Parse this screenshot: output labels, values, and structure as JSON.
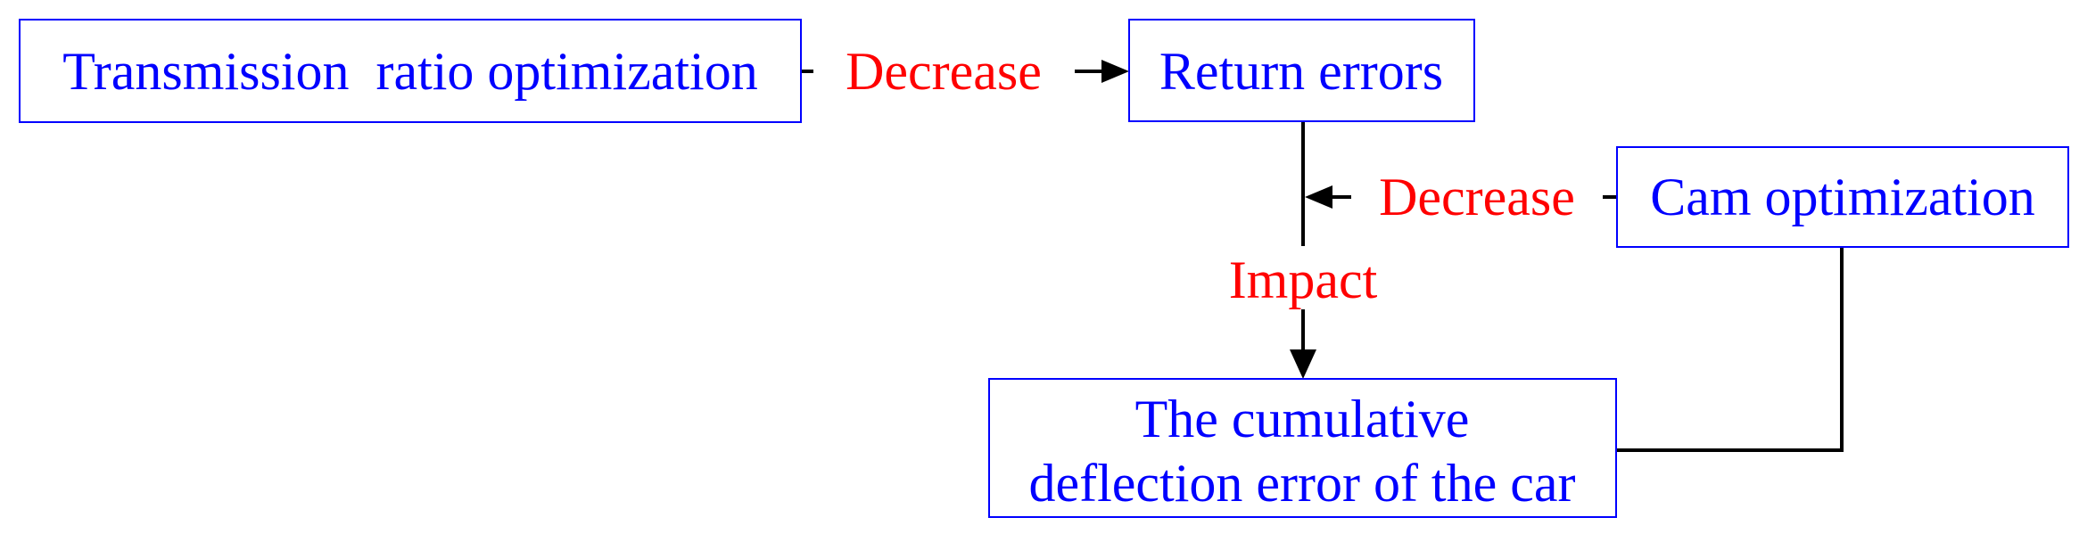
{
  "nodes": {
    "transmission": {
      "label": "Transmission  ratio optimization"
    },
    "return_errors": {
      "label": "Return errors"
    },
    "cam": {
      "label": "Cam optimization"
    },
    "cumulative": {
      "line1": "The cumulative",
      "line2": "deflection error of the car"
    }
  },
  "edges": {
    "transmission_to_return": {
      "label": "Decrease"
    },
    "cam_to_line": {
      "label": "Decrease"
    },
    "return_to_cumulative": {
      "label": "Impact"
    }
  },
  "colors": {
    "node_text": "#0000ff",
    "edge_text": "#ff0000",
    "node_border": "#0000ff",
    "connector": "#000000"
  }
}
